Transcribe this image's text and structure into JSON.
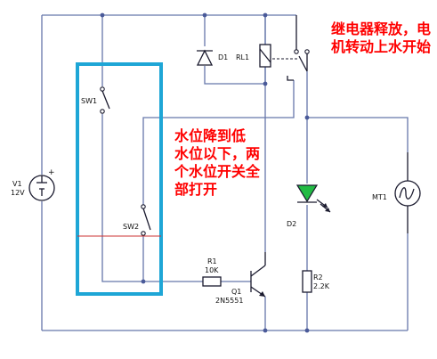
{
  "colors": {
    "wire": "#6677aa",
    "component": "#1a1a2e",
    "highlight_box": "#1ea6d6",
    "water_level_line": "#cc3333",
    "led_fill": "#22bb44",
    "note_text": "#ff0000"
  },
  "components": {
    "v1": {
      "ref": "V1",
      "value": "12V"
    },
    "sw1": {
      "ref": "SW1"
    },
    "sw2": {
      "ref": "SW2"
    },
    "d1": {
      "ref": "D1"
    },
    "rl1": {
      "ref": "RL1"
    },
    "r1": {
      "ref": "R1",
      "value": "10K"
    },
    "q1": {
      "ref": "Q1",
      "value": "2N5551"
    },
    "d2": {
      "ref": "D2"
    },
    "r2": {
      "ref": "R2",
      "value": "2.2K"
    },
    "mt1": {
      "ref": "MT1"
    }
  },
  "annotations": {
    "relay_note": [
      "继电器释放，电",
      "机转动上水开始"
    ],
    "level_note": [
      "水位降到低",
      "水位以下，两",
      "个水位开关全",
      "部打开"
    ]
  }
}
